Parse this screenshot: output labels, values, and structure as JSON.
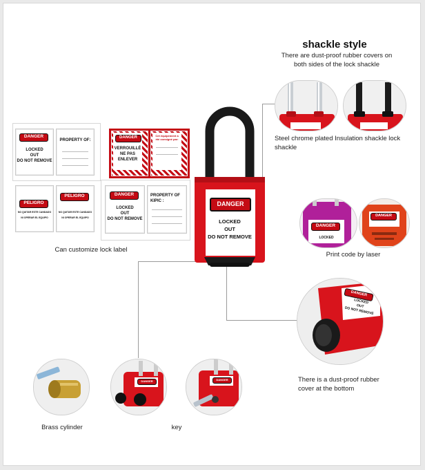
{
  "header": {
    "title": "shackle style",
    "subtitle_line1": "There are dust-proof rubber covers on",
    "subtitle_line2": "both sides of the lock shackle"
  },
  "captions": {
    "shackle_line1": "Steel chrome plated Insulation shackle lock",
    "shackle_line2": "shackle",
    "customize": "Can customize lock label",
    "laser": "Print code by laser",
    "bottom_line1": "There is a dust-proof rubber",
    "bottom_line2": "cover at the bottom",
    "brass": "Brass cylinder",
    "key": "key"
  },
  "labels": {
    "danger": "DANGER",
    "peligro": "PELIGRO",
    "locked": "LOCKED",
    "out": "OUT",
    "do_not_remove": "DO NOT REMOVE",
    "property_of": "PROPERTY OF:",
    "property_of_kipic": "PROPERTY OF KIPIC :",
    "verrouille": "VERROUILLÉ",
    "ne_pas": "NE PAS",
    "enlever": "ENLEVER",
    "cet_equipement_1": "Cet équipement a",
    "cet_equipement_2": "été consigné par:",
    "no_quitar": "NO QUITAR ESTE CANDADO",
    "ni_operar": "NI OPERAR EL EQUIPO",
    "lock_label_locked": "LOCKED"
  },
  "colors": {
    "lock_red": "#d8141c",
    "shackle_black": "#1a1a1a",
    "danger_red": "#c40b14"
  }
}
